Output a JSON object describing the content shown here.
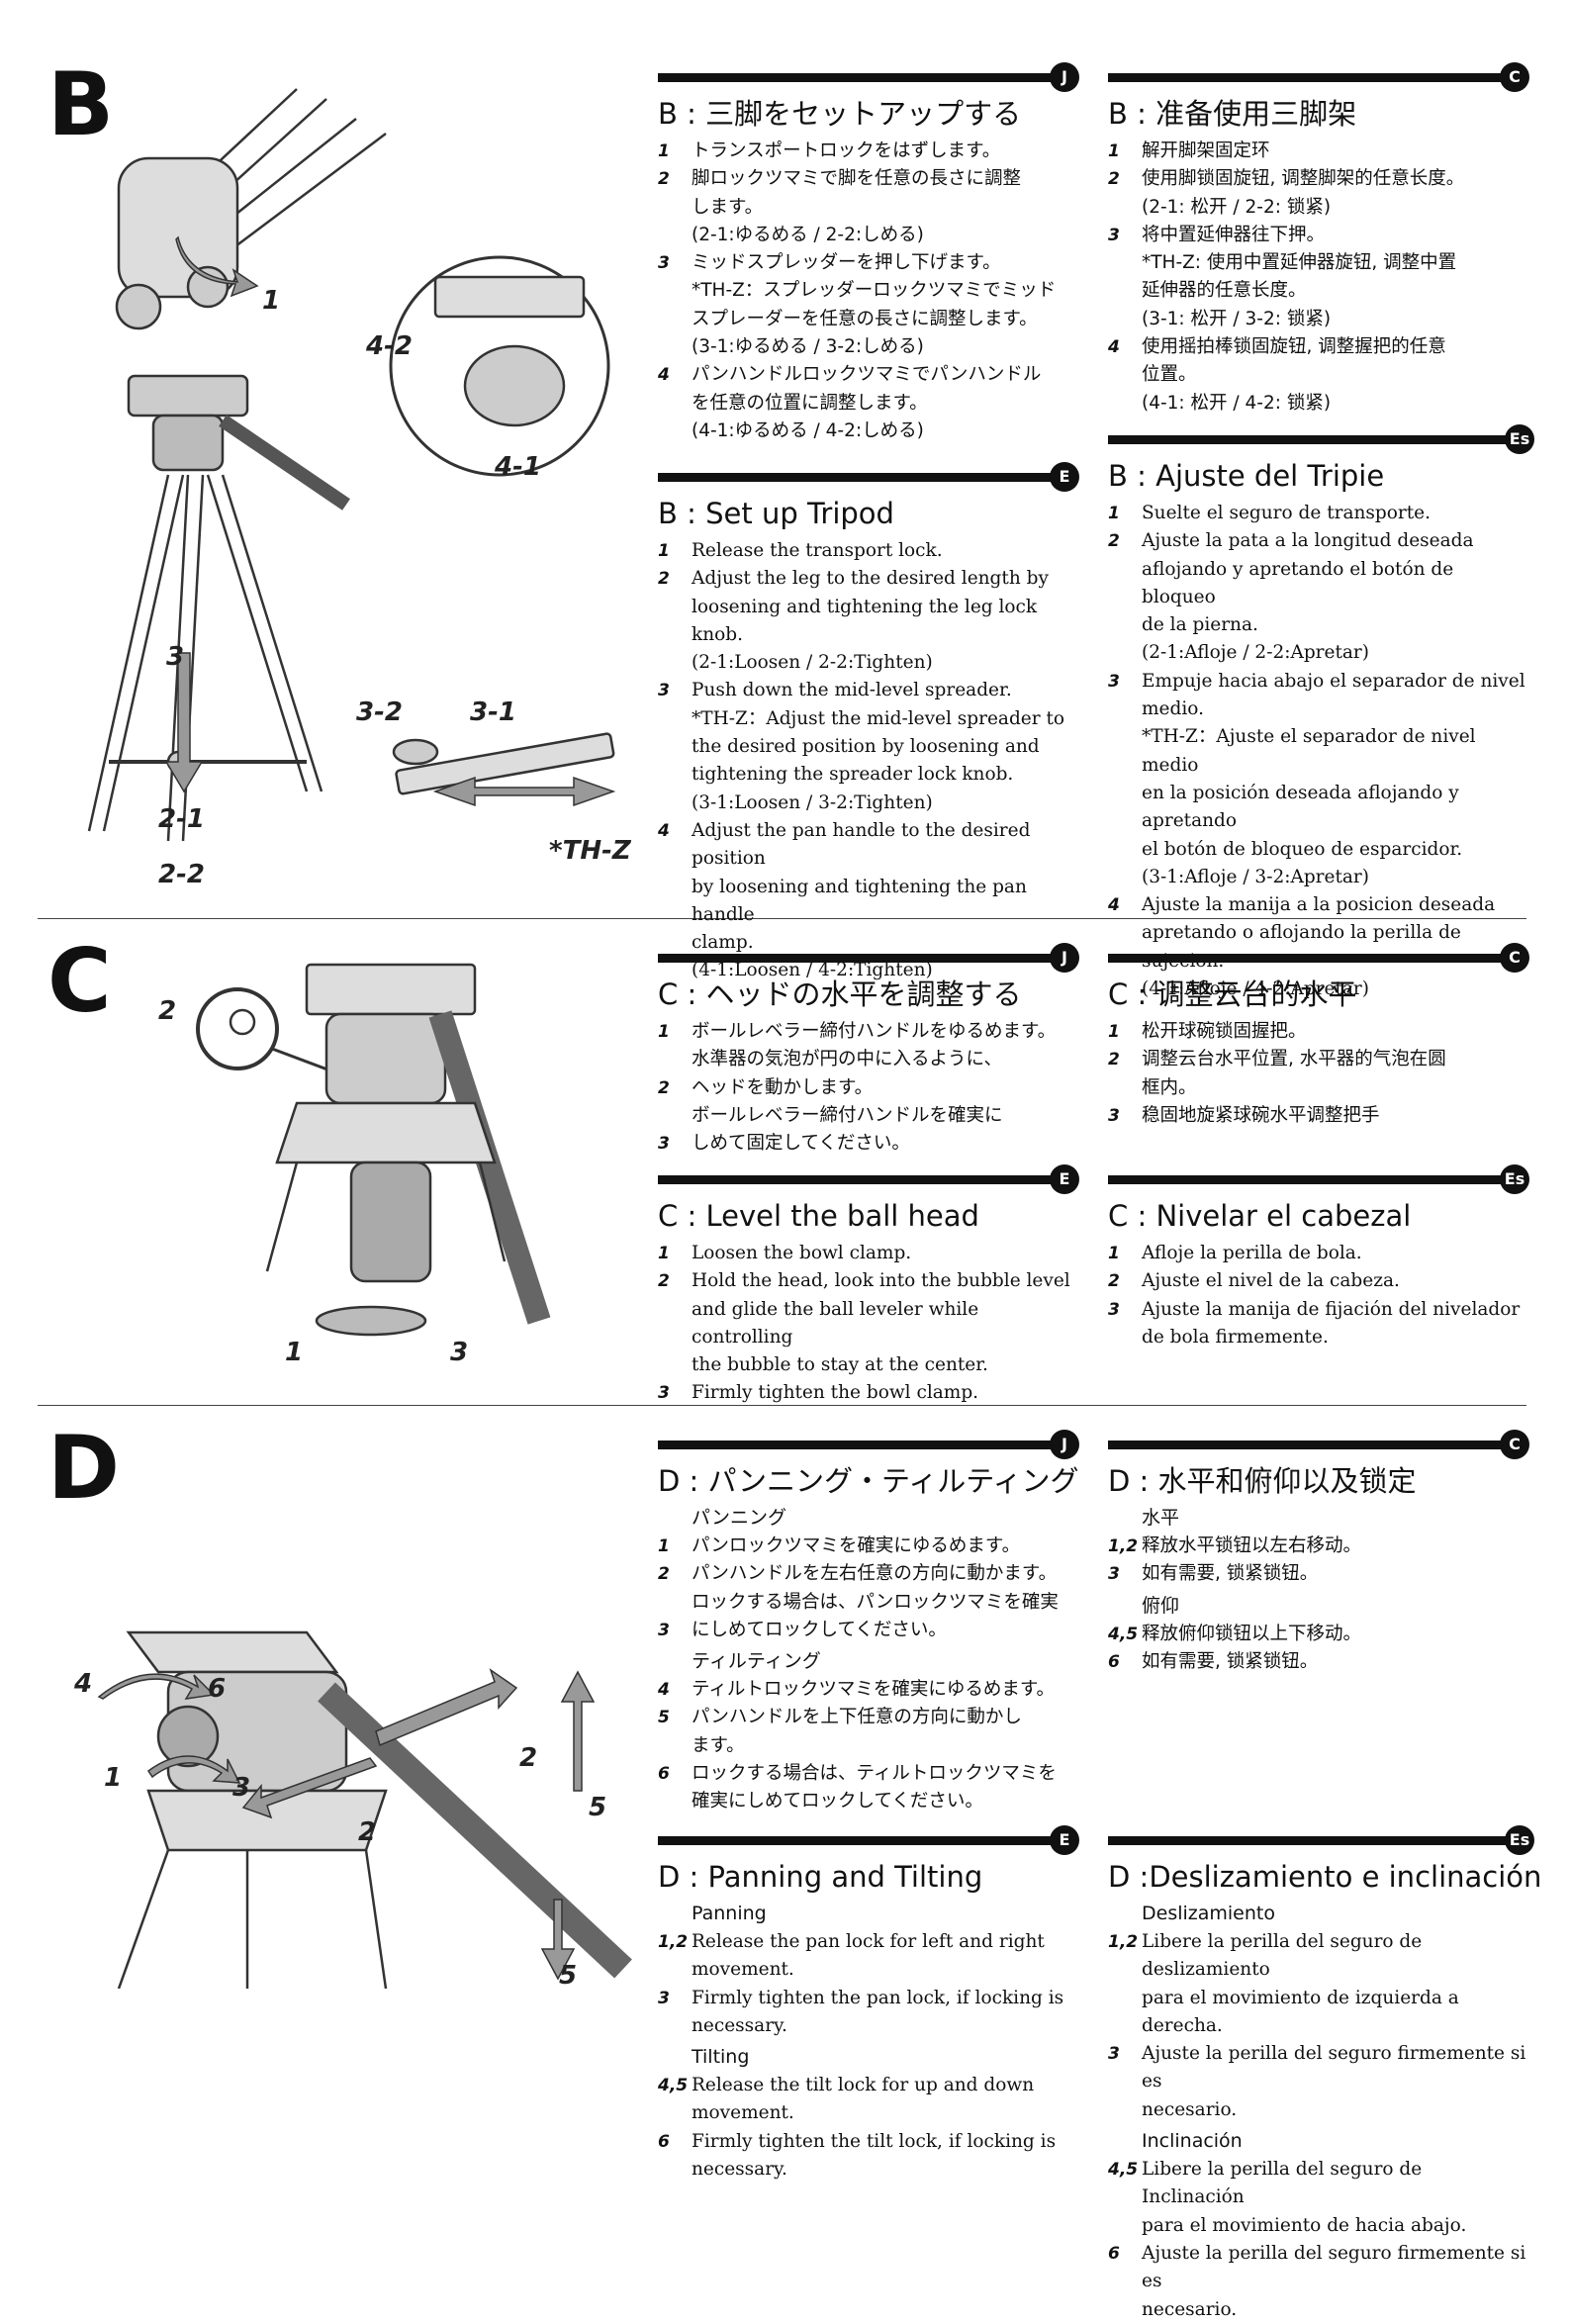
{
  "sections": {
    "B": {
      "letter": "B",
      "callouts": [
        "1",
        "4-2",
        "4-1",
        "3",
        "3-2",
        "3-1",
        "2-1",
        "2-2",
        "*TH-Z"
      ],
      "ja": {
        "badge": "J",
        "title": "B : 三脚をセットアップする",
        "steps": [
          {
            "n": "1",
            "t": "トランスポートロックをはずします。"
          },
          {
            "n": "2",
            "t": "脚ロックツマミで脚を任意の長さに調整\nします。\n(2-1:ゆるめる / 2-2:しめる)"
          },
          {
            "n": "3",
            "t": "ミッドスプレッダーを押し下げます。\n*TH-Z：スプレッダーロックツマミでミッド\nスプレーダーを任意の長さに調整します。\n(3-1:ゆるめる / 3-2:しめる)"
          },
          {
            "n": "4",
            "t": "パンハンドルロックツマミでパンハンドル\nを任意の位置に調整します。\n(4-1:ゆるめる / 4-2:しめる)"
          }
        ]
      },
      "zh": {
        "badge": "C",
        "title": "B : 准备使用三脚架",
        "steps": [
          {
            "n": "1",
            "t": "解开脚架固定环"
          },
          {
            "n": "2",
            "t": "使用脚锁固旋钮, 调整脚架的任意长度。\n(2-1: 松开 / 2-2: 锁紧)"
          },
          {
            "n": "3",
            "t": "将中置延伸器往下押。\n*TH-Z: 使用中置延伸器旋钮, 调整中置\n延伸器的任意长度。\n(3-1: 松开 / 3-2: 锁紧)"
          },
          {
            "n": "4",
            "t": "使用摇拍棒锁固旋钮, 调整握把的任意\n位置。\n(4-1: 松开 / 4-2: 锁紧)"
          }
        ]
      },
      "en": {
        "badge": "E",
        "title": "B : Set up Tripod",
        "steps": [
          {
            "n": "1",
            "t": "Release the transport lock."
          },
          {
            "n": "2",
            "t": "Adjust the leg to the desired length by\nloosening and tightening the leg lock knob.\n(2-1:Loosen / 2-2:Tighten)"
          },
          {
            "n": "3",
            "t": "Push down the mid-level spreader.\n*TH-Z：Adjust the mid-level spreader to\nthe desired position by loosening and\ntightening the spreader lock knob.\n(3-1:Loosen / 3-2:Tighten)"
          },
          {
            "n": "4",
            "t": "Adjust the pan handle to the desired position\nby loosening and tightening the pan handle\nclamp.\n(4-1:Loosen / 4-2:Tighten)"
          }
        ]
      },
      "es": {
        "badge": "Es",
        "title": "B : Ajuste del Tripie",
        "steps": [
          {
            "n": "1",
            "t": "Suelte el seguro de transporte."
          },
          {
            "n": "2",
            "t": "Ajuste la pata a la longitud deseada\naflojando y apretando el botón de bloqueo\nde la pierna.\n(2-1:Afloje / 2-2:Apretar)"
          },
          {
            "n": "3",
            "t": "Empuje hacia abajo el separador de nivel\nmedio.\n*TH-Z：Ajuste el separador de nivel medio\nen la posición deseada aflojando y apretando\nel botón de bloqueo de esparcidor.\n(3-1:Afloje / 3-2:Apretar)"
          },
          {
            "n": "4",
            "t": "Ajuste la manija a la posicion deseada\napretando o aflojando la perilla de sujecion.\n(4-1:Afloje / 4-2:Apretar)"
          }
        ]
      }
    },
    "C": {
      "letter": "C",
      "callouts": [
        "2",
        "1",
        "3"
      ],
      "ja": {
        "badge": "J",
        "title": "C : ヘッドの水平を調整する",
        "steps": [
          {
            "n": "1",
            "t": "ボールレベラー締付ハンドルをゆるめます。"
          },
          {
            "n": "",
            "t": "水準器の気泡が円の中に入るように、"
          },
          {
            "n": "2",
            "t": "ヘッドを動かします。"
          },
          {
            "n": "",
            "t": "ボールレベラー締付ハンドルを確実に"
          },
          {
            "n": "3",
            "t": "しめて固定してください。"
          }
        ]
      },
      "zh": {
        "badge": "C",
        "title": "C : 调整云台的水平",
        "steps": [
          {
            "n": "1",
            "t": "松开球碗锁固握把。"
          },
          {
            "n": "2",
            "t": "调整云台水平位置, 水平器的气泡在圆\n框内。"
          },
          {
            "n": "3",
            "t": "稳固地旋紧球碗水平调整把手"
          }
        ]
      },
      "en": {
        "badge": "E",
        "title": "C : Level the ball head",
        "steps": [
          {
            "n": "1",
            "t": "Loosen the bowl clamp."
          },
          {
            "n": "2",
            "t": "Hold the head, look into the bubble level\nand glide the ball leveler while controlling\nthe bubble to stay at the center."
          },
          {
            "n": "3",
            "t": "Firmly tighten the bowl clamp."
          }
        ]
      },
      "es": {
        "badge": "Es",
        "title": "C : Nivelar el cabezal",
        "steps": [
          {
            "n": "1",
            "t": "Afloje la perilla de bola."
          },
          {
            "n": "2",
            "t": "Ajuste el nivel de la cabeza."
          },
          {
            "n": "3",
            "t": "Ajuste la manija de fijación del nivelador\nde bola firmemente."
          }
        ]
      }
    },
    "D": {
      "letter": "D",
      "callouts": [
        "4",
        "6",
        "1",
        "3",
        "2",
        "2",
        "5",
        "5"
      ],
      "ja": {
        "badge": "J",
        "title": "D : パンニング・ティルティング",
        "groups": [
          {
            "label": "パンニング",
            "steps": [
              {
                "n": "1",
                "t": "パンロックツマミを確実にゆるめます。"
              },
              {
                "n": "2",
                "t": "パンハンドルを左右任意の方向に動かます。\nロックする場合は、パンロックツマミを確実"
              },
              {
                "n": "3",
                "t": "にしめてロックしてください。"
              }
            ]
          },
          {
            "label": "ティルティング",
            "steps": [
              {
                "n": "4",
                "t": "ティルトロックツマミを確実にゆるめます。"
              },
              {
                "n": "5",
                "t": "パンハンドルを上下任意の方向に動かし\nます。"
              },
              {
                "n": "6",
                "t": "ロックする場合は、ティルトロックツマミを\n確実にしめてロックしてください。"
              }
            ]
          }
        ]
      },
      "zh": {
        "badge": "C",
        "title": "D : 水平和俯仰以及锁定",
        "groups": [
          {
            "label": "水平",
            "steps": [
              {
                "n": "1,2",
                "t": "释放水平锁钮以左右移动。"
              },
              {
                "n": "3",
                "t": "如有需要, 锁紧锁钮。"
              }
            ]
          },
          {
            "label": "俯仰",
            "steps": [
              {
                "n": "4,5",
                "t": "释放俯仰锁钮以上下移动。"
              },
              {
                "n": "6",
                "t": "如有需要, 锁紧锁钮。"
              }
            ]
          }
        ]
      },
      "en": {
        "badge": "E",
        "title": "D : Panning and Tilting",
        "groups": [
          {
            "label": "Panning",
            "steps": [
              {
                "n": "1,2",
                "t": "Release the pan lock for left and right\nmovement."
              },
              {
                "n": "3",
                "t": "Firmly tighten the pan lock, if locking is\nnecessary."
              }
            ]
          },
          {
            "label": "Tilting",
            "steps": [
              {
                "n": "4,5",
                "t": "Release the tilt lock for up and down\nmovement."
              },
              {
                "n": "6",
                "t": "Firmly tighten the tilt lock, if locking is\nnecessary."
              }
            ]
          }
        ]
      },
      "es": {
        "badge": "Es",
        "title": "D :Deslizamiento e inclinación",
        "groups": [
          {
            "label": "Deslizamiento",
            "steps": [
              {
                "n": "1,2",
                "t": "Libere la perilla del seguro de deslizamiento\npara el movimiento de izquierda a derecha."
              },
              {
                "n": "3",
                "t": "Ajuste la perilla del seguro firmemente si es\nnecesario."
              }
            ]
          },
          {
            "label": "Inclinación",
            "steps": [
              {
                "n": "4,5",
                "t": "Libere la perilla del seguro de Inclinación\npara el movimiento de hacia abajo."
              },
              {
                "n": "6",
                "t": "Ajuste la perilla del seguro firmemente si es\nnecesario."
              }
            ]
          }
        ]
      }
    }
  }
}
